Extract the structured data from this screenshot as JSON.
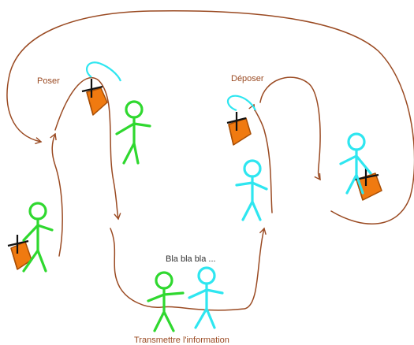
{
  "labels": {
    "poser": "Poser",
    "deposer": "Déposer",
    "bla": "Bla bla bla ...",
    "transmettre": "Transmettre l'information"
  },
  "colors": {
    "arrow": "#9a4a22",
    "label_brown": "#9a4a22",
    "label_dark": "#333333",
    "green": "#2fd82f",
    "cyan": "#2ee6f0",
    "box_orange": "#f07a10",
    "box_dark": "#a84e05",
    "black": "#111111"
  },
  "figures": [
    {
      "name": "green-person-bottom-left",
      "color": "green"
    },
    {
      "name": "green-person-top",
      "color": "green"
    },
    {
      "name": "cyan-person-middle",
      "color": "cyan"
    },
    {
      "name": "cyan-person-right",
      "color": "cyan"
    },
    {
      "name": "green-person-bottom",
      "color": "green"
    },
    {
      "name": "cyan-person-bottom",
      "color": "cyan"
    }
  ]
}
